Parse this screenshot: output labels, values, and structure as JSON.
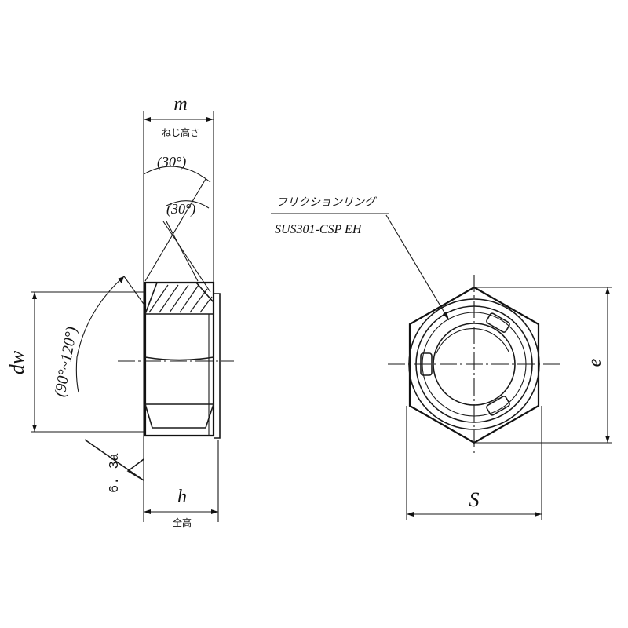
{
  "side_view": {
    "dim_m": "m",
    "thread_height_note": "ねじ高さ",
    "angle_outer": "(30°)",
    "angle_inner": "(30°)",
    "dim_dw": "dw",
    "angle_range": "(90°~120°)",
    "roughness": "6. 3a",
    "dim_h": "h",
    "overall_height_note": "全高"
  },
  "front_view": {
    "ring_name": "フリクションリング",
    "ring_material": "SUS301-CSP EH",
    "dim_e": "e",
    "dim_s": "S"
  }
}
